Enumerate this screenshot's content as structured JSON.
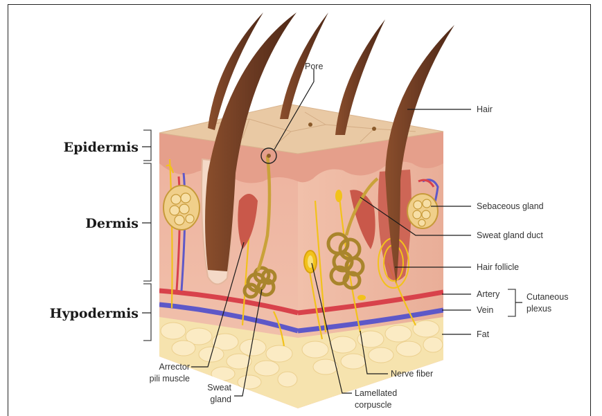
{
  "layers": {
    "epidermis": "Epidermis",
    "dermis": "Dermis",
    "hypodermis": "Hypodermis"
  },
  "labels": {
    "pore": "Pore",
    "hair": "Hair",
    "sebaceous_gland": "Sebaceous gland",
    "sweat_gland_duct": "Sweat gland duct",
    "hair_follicle": "Hair follicle",
    "artery": "Artery",
    "vein": "Vein",
    "cutaneous_line1": "Cutaneous",
    "cutaneous_line2": "plexus",
    "fat": "Fat",
    "arrector_line1": "Arrector",
    "arrector_line2": "pili muscle",
    "sweat_gland_line1": "Sweat",
    "sweat_gland_line2": "gland",
    "lamellated_line1": "Lamellated",
    "lamellated_line2": "corpuscle",
    "nerve_fiber": "Nerve fiber"
  },
  "colors": {
    "surface": "#E9C9A4",
    "epidermis_side": "#E8A894",
    "dermis": "#F2C1AC",
    "dermis_dark": "#E9A995",
    "fat": "#F6E3AE",
    "fat_cell": "#FBEBC4",
    "hair": "#6B3A22",
    "hair_light": "#8A4E2C",
    "gland": "#C9A23A",
    "nerve": "#F2C21B",
    "artery": "#D8424B",
    "vein": "#5E58C8",
    "muscle": "#C9584A"
  }
}
